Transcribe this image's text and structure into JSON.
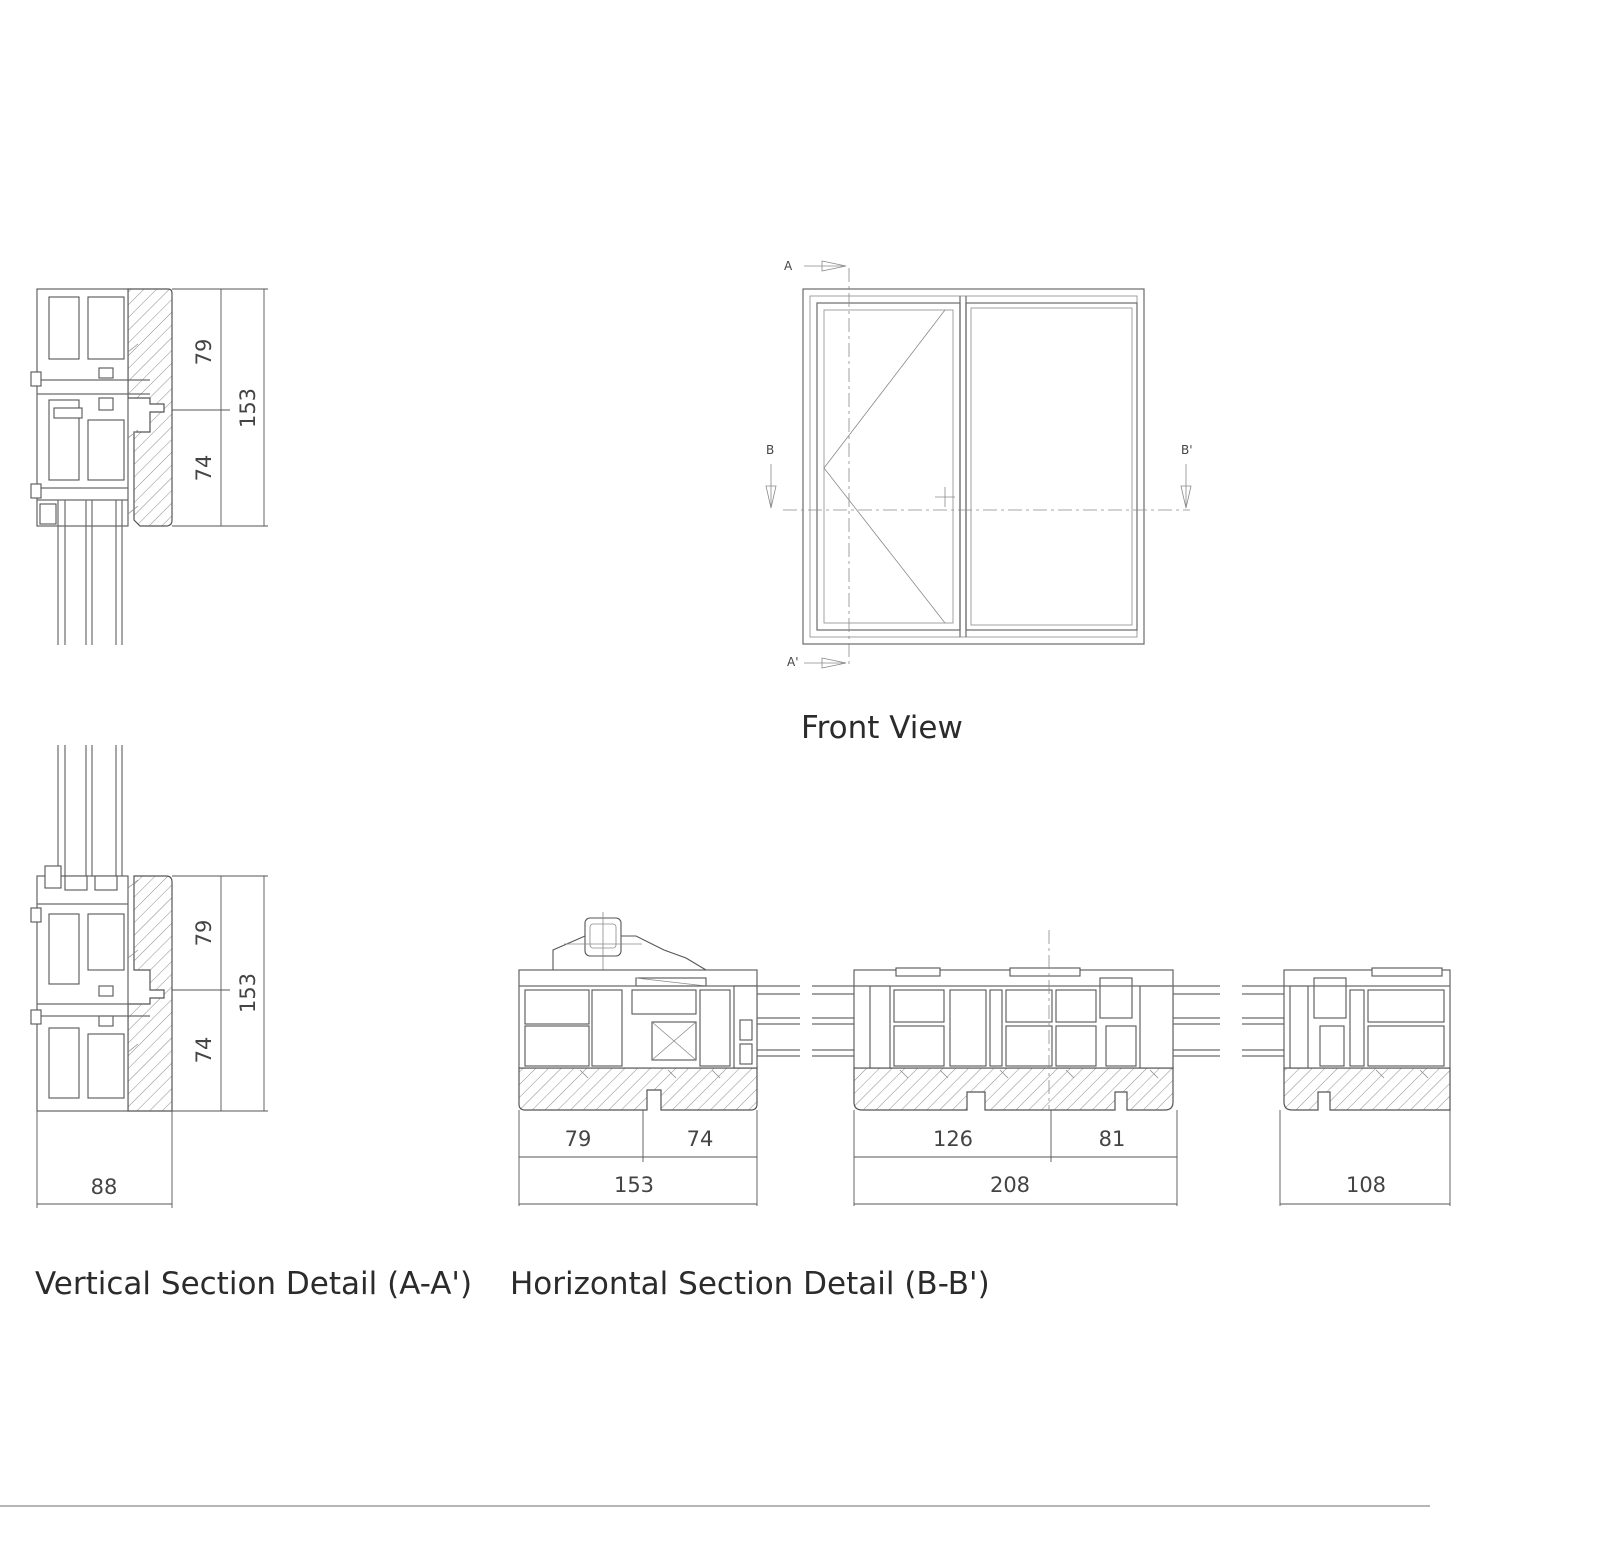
{
  "front_view": {
    "caption": "Front View",
    "markers": {
      "a": "A",
      "a_prime": "A'",
      "b": "B",
      "b_prime": "B'"
    }
  },
  "vertical_section": {
    "caption": "Vertical Section Detail (A-A')",
    "top_detail": {
      "upper": "79",
      "lower": "74",
      "total": "153"
    },
    "bottom_detail": {
      "upper": "79",
      "lower": "74",
      "total": "153"
    },
    "width": "88"
  },
  "horizontal_section": {
    "caption": "Horizontal Section Detail (B-B')",
    "left_jamb": {
      "left": "79",
      "right": "74",
      "total": "153"
    },
    "center_mullion": {
      "left": "126",
      "right": "81",
      "total": "208"
    },
    "right_jamb": {
      "total": "108"
    }
  }
}
